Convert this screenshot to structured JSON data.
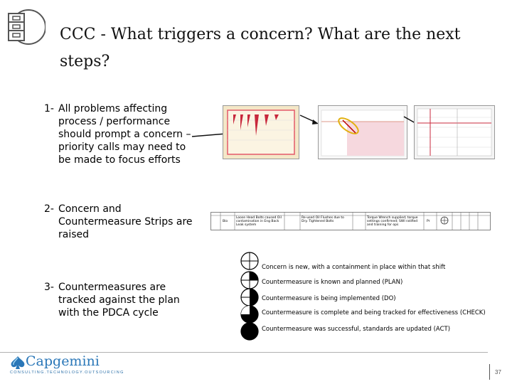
{
  "title": "CCC - What triggers a concern? What are the next steps?",
  "steps": [
    {
      "num": "1-",
      "text": "All problems affecting process / performance should prompt a concern – priority calls may need to be made to focus efforts"
    },
    {
      "num": "2-",
      "text": "Concern and Countermeasure Strips are raised"
    },
    {
      "num": "3-",
      "text": "Countermeasures are tracked against the plan with the PDCA cycle"
    }
  ],
  "legend": [
    {
      "fill": 0,
      "text": "Concern is new, with a containment in place within that shift"
    },
    {
      "fill": 0.25,
      "text": "Countermeasure is known and planned (PLAN)"
    },
    {
      "fill": 0.5,
      "text": "Countermeasure is being implemented (DO)"
    },
    {
      "fill": 0.75,
      "text": "Countermeasure is complete and being tracked for effectiveness (CHECK)"
    },
    {
      "fill": 1,
      "text": "Countermeasure was successful, standards are updated (ACT)"
    }
  ],
  "strip": {
    "cells": [
      "Loose Head Bolts caused Oil contamination in Eng Back Leak system",
      "Bio",
      "Re-used Oil Flushes due to Dry. Tightened Bolts",
      "Torque Wrench supplied; torque settings confirmed; SWI ratified and training for ops",
      "Pr"
    ]
  },
  "brand": {
    "name": "Capgemini",
    "tagline": "CONSULTING.TECHNOLOGY.OUTSOURCING"
  },
  "page_number": "37",
  "colors": {
    "chart_red": "#c8283c",
    "chart_frame": "#e3586a",
    "brand_blue": "#2a77b8"
  }
}
